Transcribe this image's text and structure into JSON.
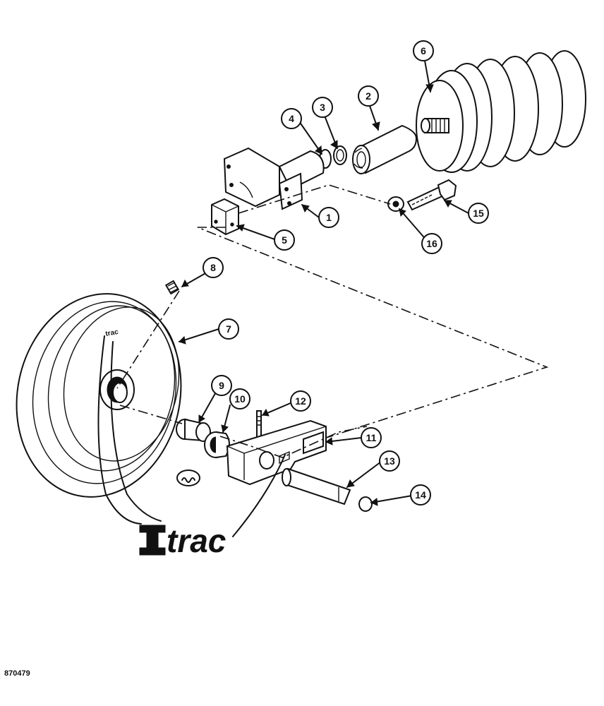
{
  "figure_id": "870479",
  "brand": {
    "text": "trac",
    "small_mark": "trac"
  },
  "callouts": [
    {
      "n": "1"
    },
    {
      "n": "2"
    },
    {
      "n": "3"
    },
    {
      "n": "4"
    },
    {
      "n": "5"
    },
    {
      "n": "6"
    },
    {
      "n": "7"
    },
    {
      "n": "8"
    },
    {
      "n": "9"
    },
    {
      "n": "10"
    },
    {
      "n": "11"
    },
    {
      "n": "12"
    },
    {
      "n": "13"
    },
    {
      "n": "14"
    },
    {
      "n": "15"
    },
    {
      "n": "16"
    }
  ]
}
